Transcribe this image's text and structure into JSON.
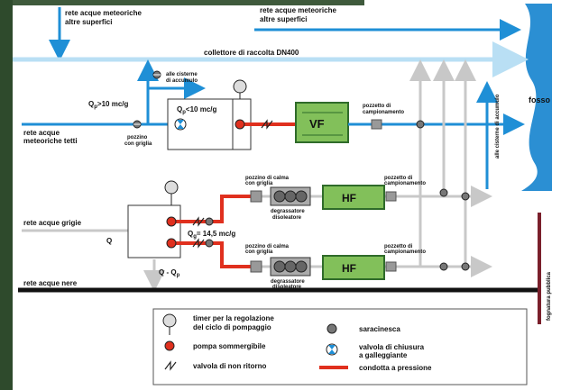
{
  "labels": {
    "rete_meteo_sup_l1": "rete acque meteoriche",
    "rete_meteo_sup_l2": "altre superfici",
    "rete_meteo_sup2_l1": "rete acque meteoriche",
    "rete_meteo_sup2_l2": "altre superfici",
    "collettore": "collettore di raccolta DN400",
    "qp_gt_prefix": "Q",
    "qp_gt_sub": "p",
    "qp_gt_suffix": ">10 mc/g",
    "qp_lt_prefix": "Q",
    "qp_lt_sub": "p",
    "qp_lt_suffix": "<10 mc/g",
    "alle_cisterne_l1": "alle cisterne",
    "alle_cisterne_l2": "di accumulo",
    "alle_cisterne_vert": "alle cisterne di accumulo",
    "rete_tetti_l1": "rete acque",
    "rete_tetti_l2": "meteoriche tetti",
    "pozzino_l1": "pozzino",
    "pozzino_l2": "con griglia",
    "vf": "VF",
    "pozzetto_camp_top_l1": "pozzetto di",
    "pozzetto_camp_top_l2": "campionamento",
    "fosso": "fosso",
    "rete_grigie": "rete acque grigie",
    "q": "Q",
    "qg_prefix": "Q",
    "qg_sub": "g",
    "qg_suffix": "= 14,5 mc/g",
    "pozzino_calma_1_l1": "pozzino di calma",
    "pozzino_calma_1_l2": "con griglia",
    "pozzino_calma_2_l1": "pozzino di calma",
    "pozzino_calma_2_l2": "con griglia",
    "degrassatore_1_l1": "degrassatore",
    "degrassatore_1_l2": "disoleatore",
    "degrassatore_2_l1": "degrassatore",
    "degrassatore_2_l2": "disoleatore",
    "hf1": "HF",
    "hf2": "HF",
    "pozzetto_camp_mid_l1": "pozzetto di",
    "pozzetto_camp_mid_l2": "campionamento",
    "pozzetto_camp_bot_l1": "pozzetto di",
    "pozzetto_camp_bot_l2": "campionamento",
    "q_minus_qp": "Q - Q",
    "q_minus_qp_sub": "p",
    "rete_nere": "rete acque nere",
    "fognatura": "fognatura pubblica"
  },
  "legend": {
    "timer_l1": "timer per la regolazione",
    "timer_l2": "del ciclo di pompaggio",
    "pompa": "pompa sommergibile",
    "valvola_nr": "valvola di non ritorno",
    "saracinesca": "saracinesca",
    "valvola_ch_l1": "valvola di chiusura",
    "valvola_ch_l2": "a galleggiante",
    "condotta": "condotta a pressione"
  },
  "colors": {
    "blue": "#1f8fd6",
    "light_blue": "#b9dff4",
    "red": "#e0301e",
    "grey": "#c8c8c8",
    "green_box": "#82c05a",
    "green_border": "#2f6b2a",
    "fosso": "#2b8fd3",
    "black_line": "#111111",
    "fognatura": "#7a1f2b"
  }
}
